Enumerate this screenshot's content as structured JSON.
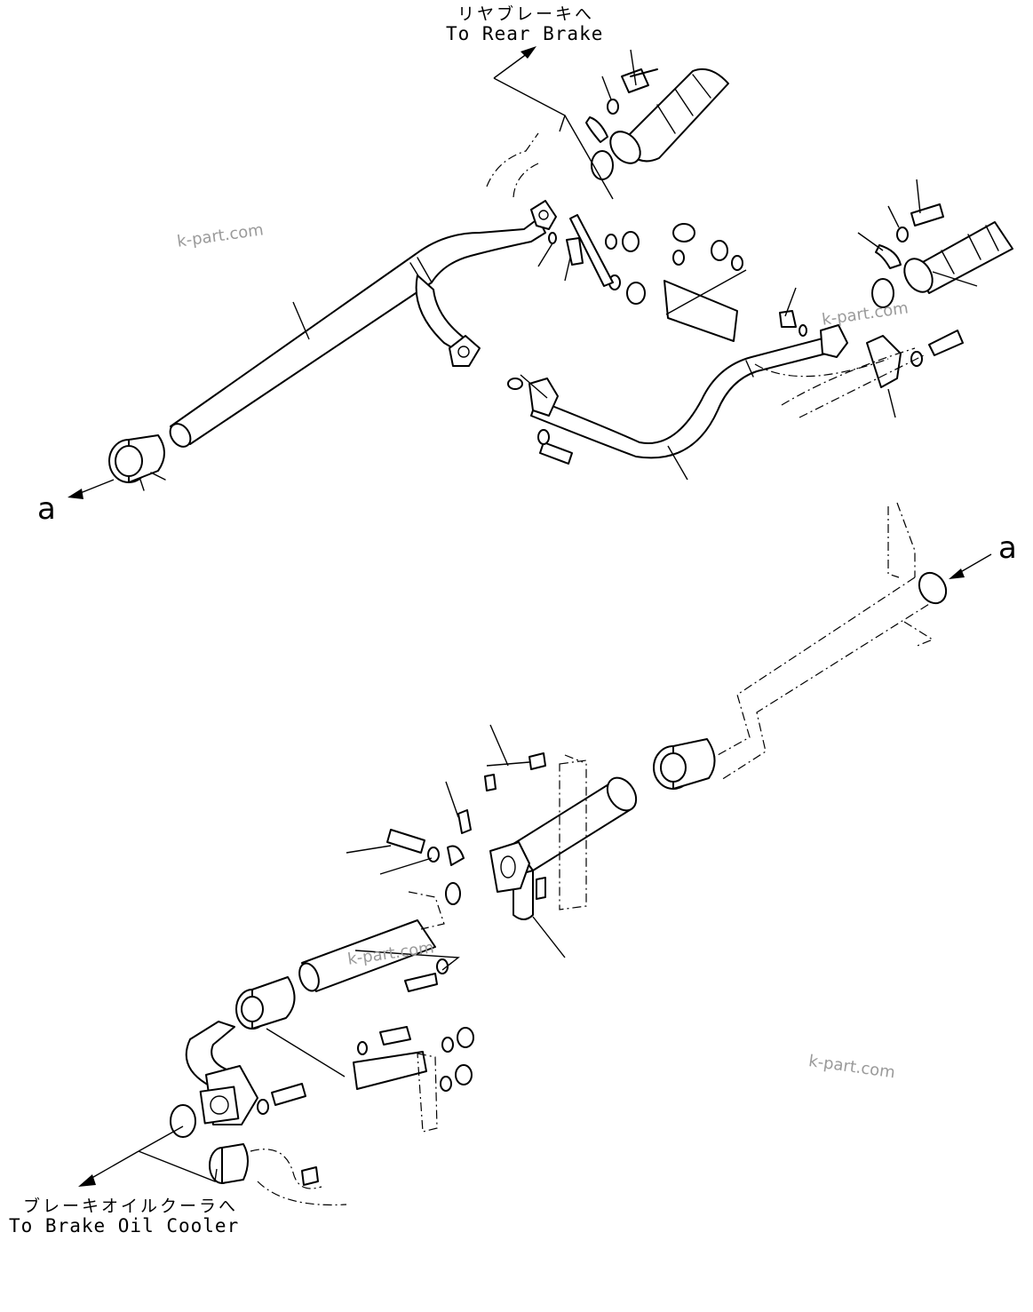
{
  "labels": {
    "rear_brake_jp": "リヤブレーキへ",
    "rear_brake_en": "To Rear Brake",
    "cooler_jp": "ブレーキオイルクーラへ",
    "cooler_en": "To Brake Oil Cooler",
    "ref_a_left": "a",
    "ref_a_right": "a"
  },
  "watermarks": [
    "k-part.com",
    "k-part.com",
    "k-part.com",
    "k-part.com"
  ],
  "colors": {
    "line": "#000000",
    "background": "#ffffff",
    "watermark": "#9a9a9a"
  }
}
